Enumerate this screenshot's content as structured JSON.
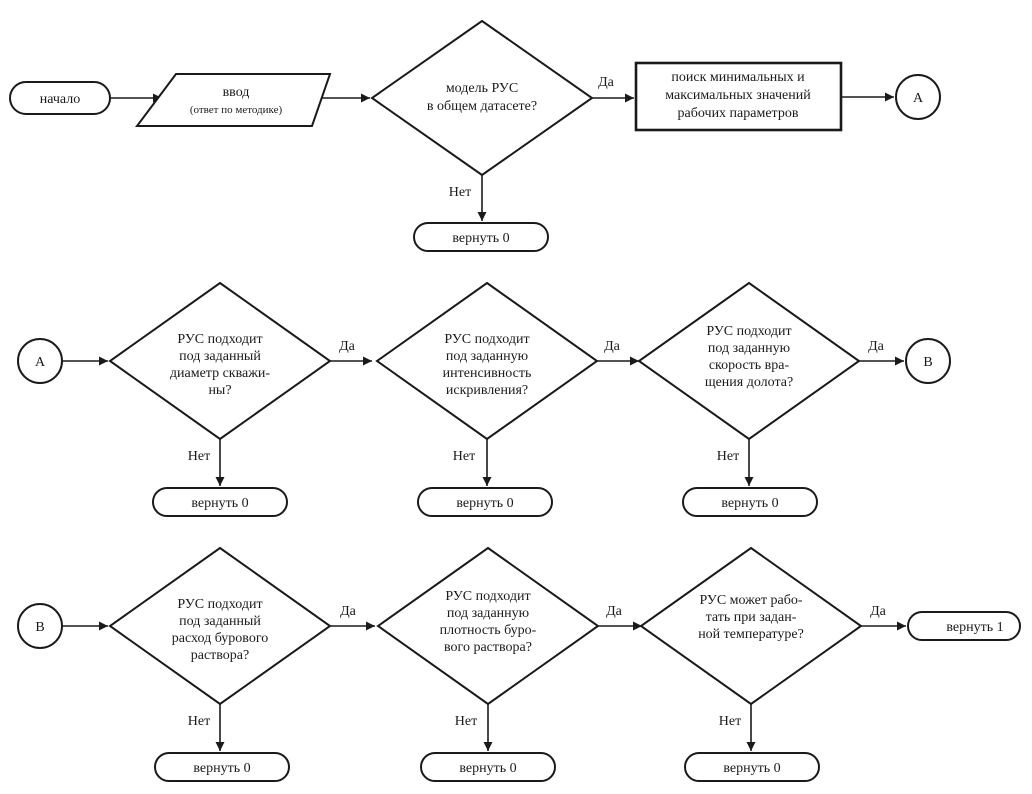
{
  "flow": {
    "start": "начало",
    "input_title": "ввод",
    "input_note": "(ответ по методике)",
    "decision_dataset": [
      "модель РУС",
      "в общем датасете?"
    ],
    "process_search": [
      "поиск минимальных и",
      "максимальных значений",
      "рабочих параметров"
    ],
    "connector_a": "А",
    "connector_b": "В",
    "decision_diameter": [
      "РУС подходит",
      "под заданный",
      "диаметр скважи-",
      "ны?"
    ],
    "decision_curvature": [
      "РУС подходит",
      "под заданную",
      "интенсивность",
      "искривления?"
    ],
    "decision_rotation": [
      "РУС подходит",
      "под заданную",
      "скорость вра-",
      "щения долота?"
    ],
    "decision_flow": [
      "РУС подходит",
      "под заданный",
      "расход бурового",
      "раствора?"
    ],
    "decision_density": [
      "РУС подходит",
      "под заданную",
      "плотность буро-",
      "вого раствора?"
    ],
    "decision_temperature": [
      "РУС может рабо-",
      "тать при задан-",
      "ной температуре?"
    ],
    "yes": "Да",
    "no": "Нет",
    "return_zero": "вернуть 0",
    "return_one": "вернуть 1"
  }
}
